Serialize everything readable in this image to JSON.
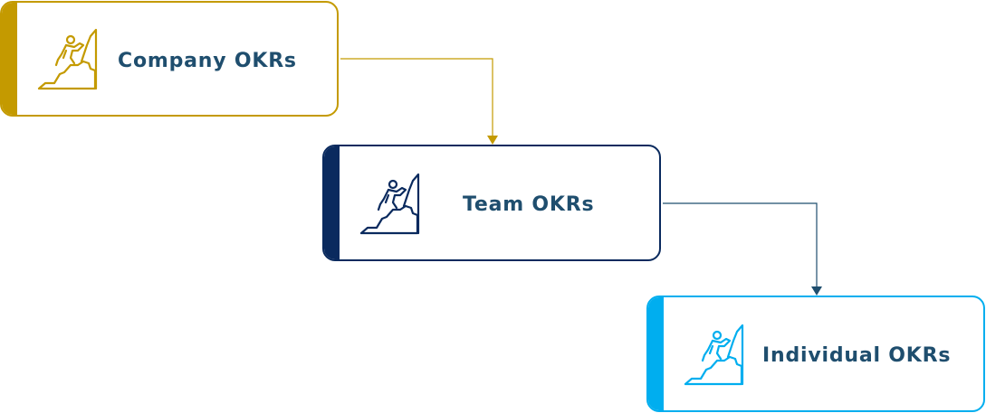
{
  "diagram": {
    "type": "hierarchy-flow",
    "nodes": [
      {
        "id": "company",
        "label": "Company OKRs",
        "icon": "mountain-climber-icon",
        "color": "#c49a00"
      },
      {
        "id": "team",
        "label": "Team OKRs",
        "icon": "mountain-climber-icon",
        "color": "#0a2a5e"
      },
      {
        "id": "individual",
        "label": "Individual OKRs",
        "icon": "mountain-climber-icon",
        "color": "#00aeef"
      }
    ],
    "edges": [
      {
        "from": "company",
        "to": "team",
        "color": "#c49a00"
      },
      {
        "from": "team",
        "to": "individual",
        "color": "#1f4e6e"
      }
    ],
    "text_color": "#1f4e6e"
  }
}
